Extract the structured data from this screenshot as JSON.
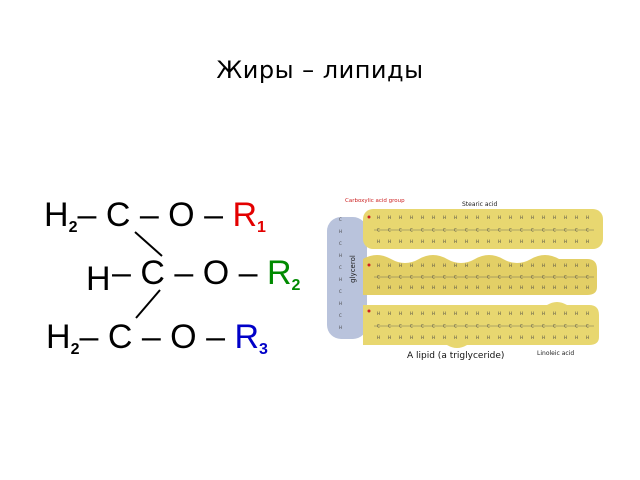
{
  "slide": {
    "title": "Жиры – липиды"
  },
  "formula": {
    "row1": {
      "h": "H",
      "h_sub": "2",
      "body": "– C – O – ",
      "r": "R",
      "r_sub": "1"
    },
    "row2": {
      "h": "H",
      "body": "– C – O – ",
      "r": "R",
      "r_sub": "2"
    },
    "row3": {
      "h": "H",
      "h_sub": "2",
      "body": "– C – O – ",
      "r": "R",
      "r_sub": "3"
    },
    "colors": {
      "r1": "#e30000",
      "r2": "#008a00",
      "r3": "#0000c8"
    }
  },
  "illustration": {
    "label_carboxylic": "Carboxylic acid group",
    "label_stearic": "Stearic acid",
    "label_glycerol": "glycerol",
    "label_linoleic": "Linoleic acid",
    "caption": "A lipid  (a triglyceride)",
    "colors": {
      "chain": "#e8d770",
      "glycerol": "#b9c3dc",
      "carboxyl_red": "#cc2222"
    }
  }
}
